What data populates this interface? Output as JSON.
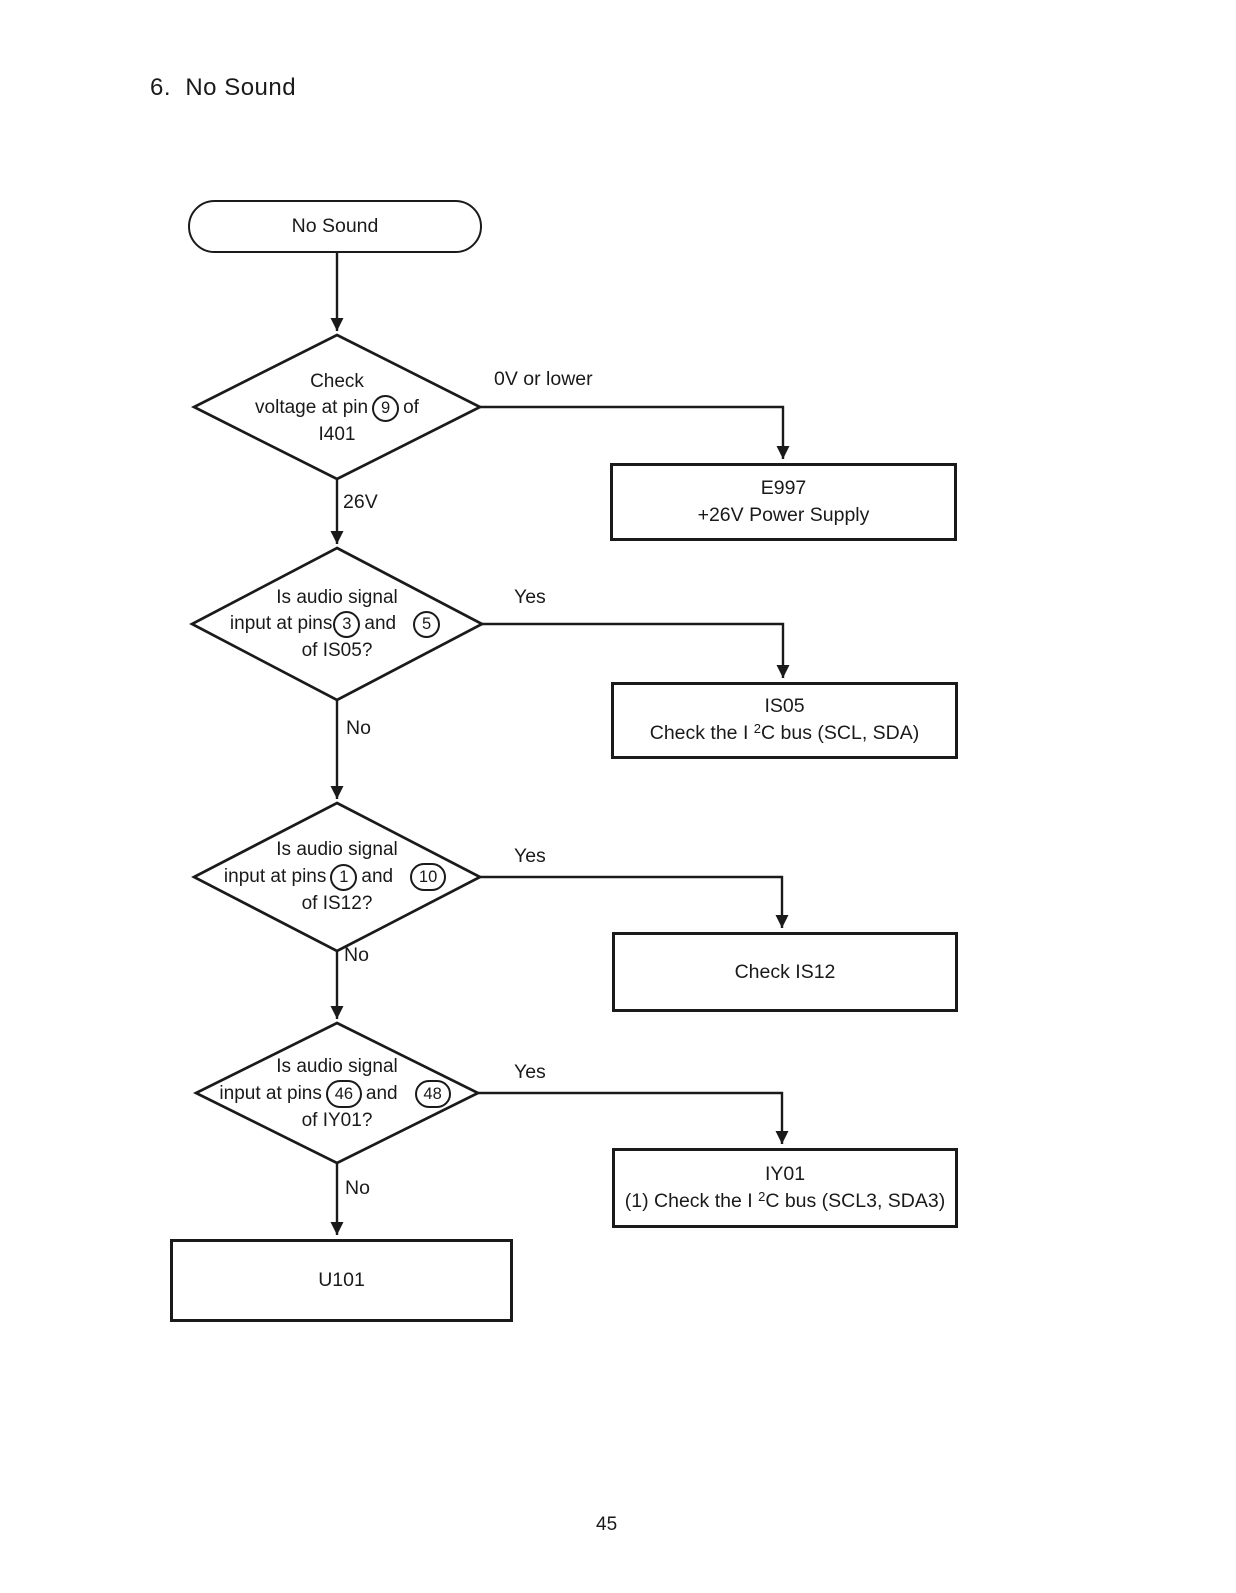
{
  "page": {
    "title": "6.  No Sound",
    "page_number": "45"
  },
  "flowchart": {
    "colors": {
      "line": "#1a1a1a",
      "background": "#ffffff"
    },
    "start": {
      "label": "No Sound"
    },
    "decisions": [
      {
        "line1": "Check",
        "line2": {
          "pre": "voltage at pin",
          "pin1": "9",
          "mid": "of"
        },
        "line3": "I401",
        "branch_label": "0V or lower",
        "down_label": "26V"
      },
      {
        "line1": "Is audio signal",
        "line2": {
          "pre": "input at pins",
          "pin1": "3",
          "mid": "and",
          "pin2": "5"
        },
        "line3": "of IS05?",
        "branch_label": "Yes",
        "down_label": "No"
      },
      {
        "line1": "Is audio signal",
        "line2": {
          "pre": "input at pins",
          "pin1": "1",
          "mid": "and",
          "pin2": "10"
        },
        "line3": "of IS12?",
        "branch_label": "Yes",
        "down_label": "No"
      },
      {
        "line1": "Is audio signal",
        "line2": {
          "pre": "input at pins",
          "pin1": "46",
          "mid": "and",
          "pin2": "48"
        },
        "line3": "of IY01?",
        "branch_label": "Yes",
        "down_label": "No"
      }
    ],
    "actions": [
      {
        "line1": "E997",
        "line2": {
          "text": "+26V Power Supply"
        }
      },
      {
        "line1": "IS05",
        "line2": {
          "pre": "Check the I ",
          "sup": "2",
          "post": "C bus (SCL, SDA)"
        }
      },
      {
        "line1": "Check IS12"
      },
      {
        "line1": "IY01",
        "line2": {
          "pre": "(1) Check the I ",
          "sup": "2",
          "post": "C bus (SCL3, SDA3)"
        }
      }
    ],
    "end": {
      "label": "U101"
    }
  }
}
